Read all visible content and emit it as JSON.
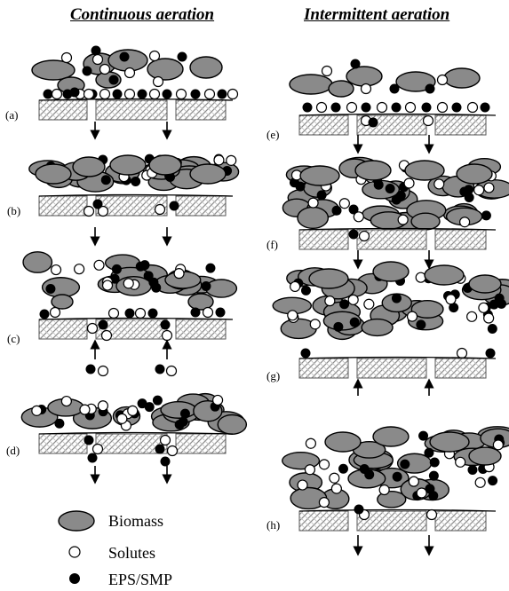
{
  "titles": {
    "continuous": "Continuous aeration",
    "intermittent": "Intermittent aeration"
  },
  "panels": {
    "a": "(a)",
    "b": "(b)",
    "c": "(c)",
    "d": "(d)",
    "e": "(e)",
    "f": "(f)",
    "g": "(g)",
    "h": "(h)"
  },
  "legend": {
    "biomass": "Biomass",
    "solutes": "Solutes",
    "eps": "EPS/SMP"
  },
  "colors": {
    "biomass": "#8a8a8a",
    "outline": "#000000",
    "membrane_hatch": "#9a9a9a",
    "solute": "#ffffff",
    "eps": "#000000"
  }
}
